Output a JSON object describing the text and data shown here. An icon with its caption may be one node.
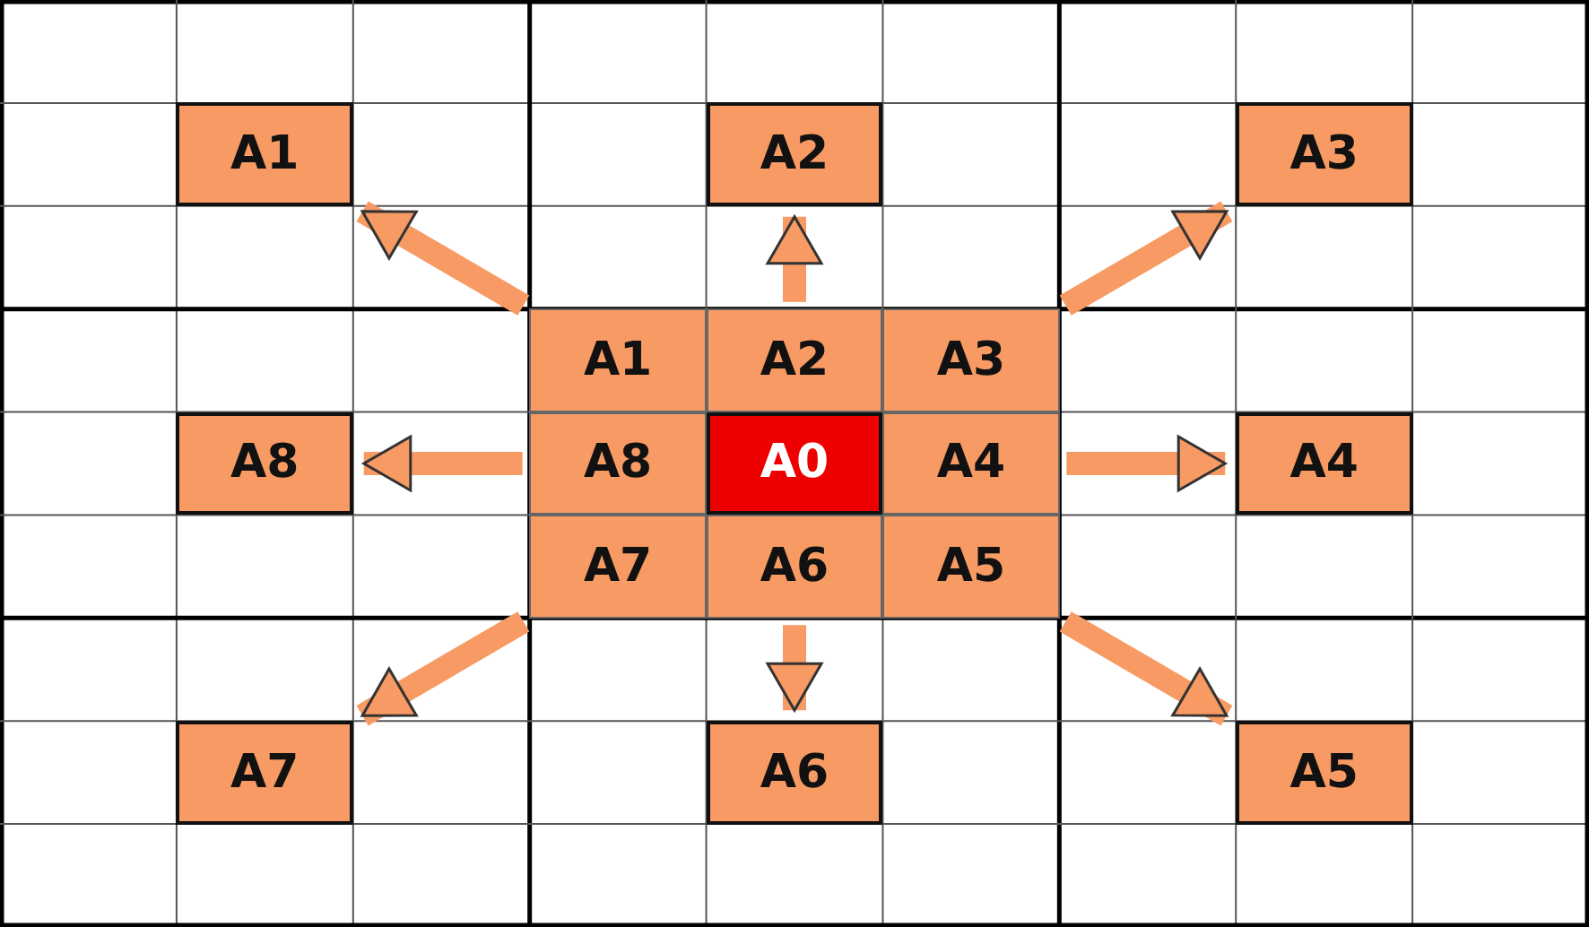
{
  "diagram": {
    "nodes": [
      {
        "text": [
          "A1"
        ]
      },
      {
        "text": [
          "A2"
        ]
      },
      {
        "text": [
          "A3"
        ]
      },
      {
        "text": [
          "A1"
        ]
      },
      {
        "text": [
          "A2"
        ]
      },
      {
        "text": [
          "A3"
        ]
      },
      {
        "text": [
          "A8"
        ]
      },
      {
        "text": [
          "A8"
        ]
      },
      {
        "text": [
          "A0"
        ]
      },
      {
        "text": [
          "A4"
        ]
      },
      {
        "text": [
          "A4"
        ]
      },
      {
        "text": [
          "A7"
        ]
      },
      {
        "text": [
          "A6"
        ]
      },
      {
        "text": [
          "A5"
        ]
      },
      {
        "text": [
          "A7"
        ]
      },
      {
        "text": [
          "A6"
        ]
      },
      {
        "text": [
          "A5"
        ]
      }
    ],
    "edges": [
      {
        "from": 3,
        "to": 0,
        "arrow": "to"
      },
      {
        "from": 4,
        "to": 1,
        "arrow": "to"
      },
      {
        "from": 5,
        "to": 2,
        "arrow": "to"
      },
      {
        "from": 7,
        "to": 6,
        "arrow": "to"
      },
      {
        "from": 9,
        "to": 10,
        "arrow": "to"
      },
      {
        "from": 11,
        "to": 14,
        "arrow": "to"
      },
      {
        "from": 12,
        "to": 15,
        "arrow": "to"
      },
      {
        "from": 13,
        "to": 16,
        "arrow": "to"
      }
    ]
  }
}
